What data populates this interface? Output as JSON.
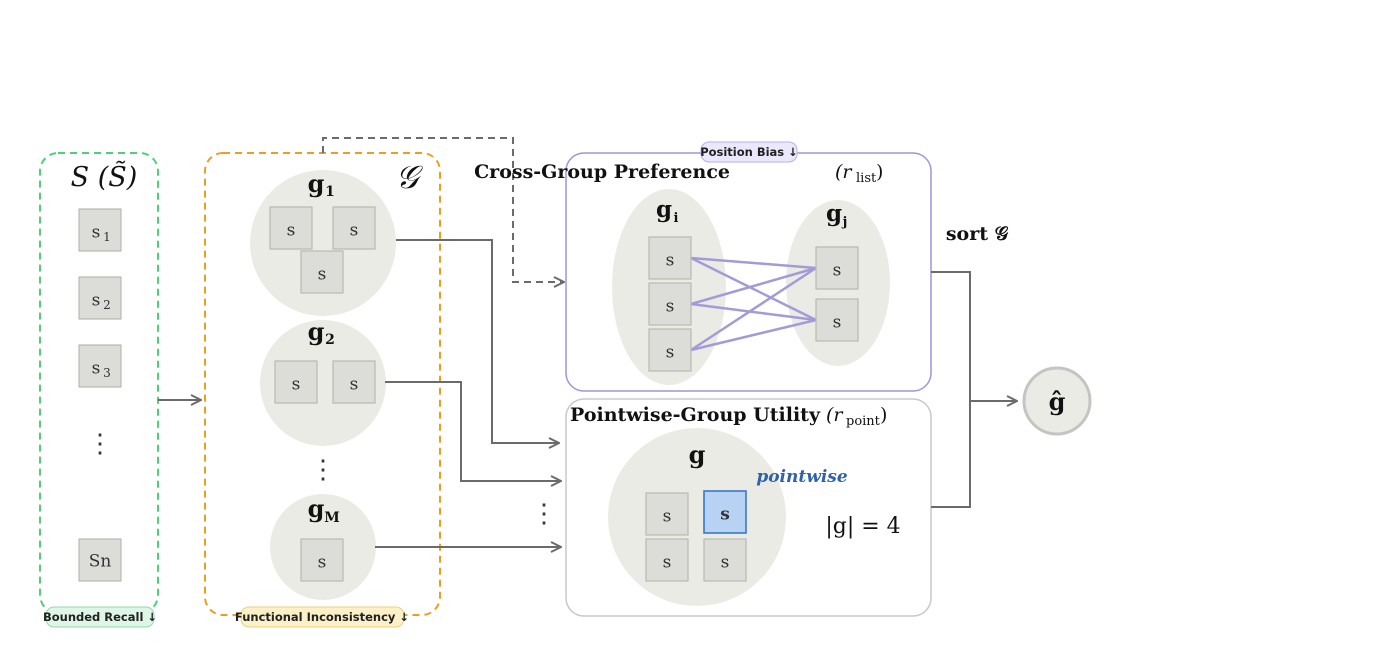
{
  "colors": {
    "set_border": "#4fce7b",
    "group_border": "#e8a020",
    "list_border": "#9e96d8",
    "point_border": "#c8c8c8",
    "node_fill": "#ebebe6",
    "item_fill": "#dcdcd8",
    "highlight_fill": "#b7d2f2",
    "highlight_stroke": "#3a78c8",
    "edge_color": "#a39bd8",
    "pointwise_color": "#2f62a8"
  },
  "set_panel": {
    "title": "S (S̃)",
    "items": [
      "s1",
      "s2",
      "s3",
      "⋮",
      "Sn"
    ],
    "badge": "Bounded Recall ↓"
  },
  "group_panel": {
    "title": "𝒢",
    "groups": [
      {
        "label": "g1",
        "items": [
          "s",
          "s",
          "s"
        ]
      },
      {
        "label": "g2",
        "items": [
          "s",
          "s"
        ]
      },
      {
        "label": "gM",
        "items": [
          "s"
        ]
      }
    ],
    "ellipsis": "⋮",
    "badge": "Functional Inconsistency ↓"
  },
  "list_panel": {
    "title": "Cross-Group Preference",
    "metric": "(r",
    "metric_sub": "list",
    "badge": "Position Bias ↓",
    "group_i": {
      "label": "gi",
      "items": [
        "s",
        "s",
        "s"
      ]
    },
    "group_j": {
      "label": "gj",
      "items": [
        "s",
        "s"
      ]
    }
  },
  "point_panel": {
    "title": "Pointwise-Group Utility",
    "metric": "(r",
    "metric_sub": "point",
    "group_label": "g",
    "items": [
      "s",
      "s",
      "s",
      "s"
    ],
    "pointwise_label": "pointwise",
    "size_label": "|g| = 4"
  },
  "arrow_ellipsis": "⋮",
  "sort_label": "sort 𝒢",
  "output": {
    "label": "ĝ"
  }
}
